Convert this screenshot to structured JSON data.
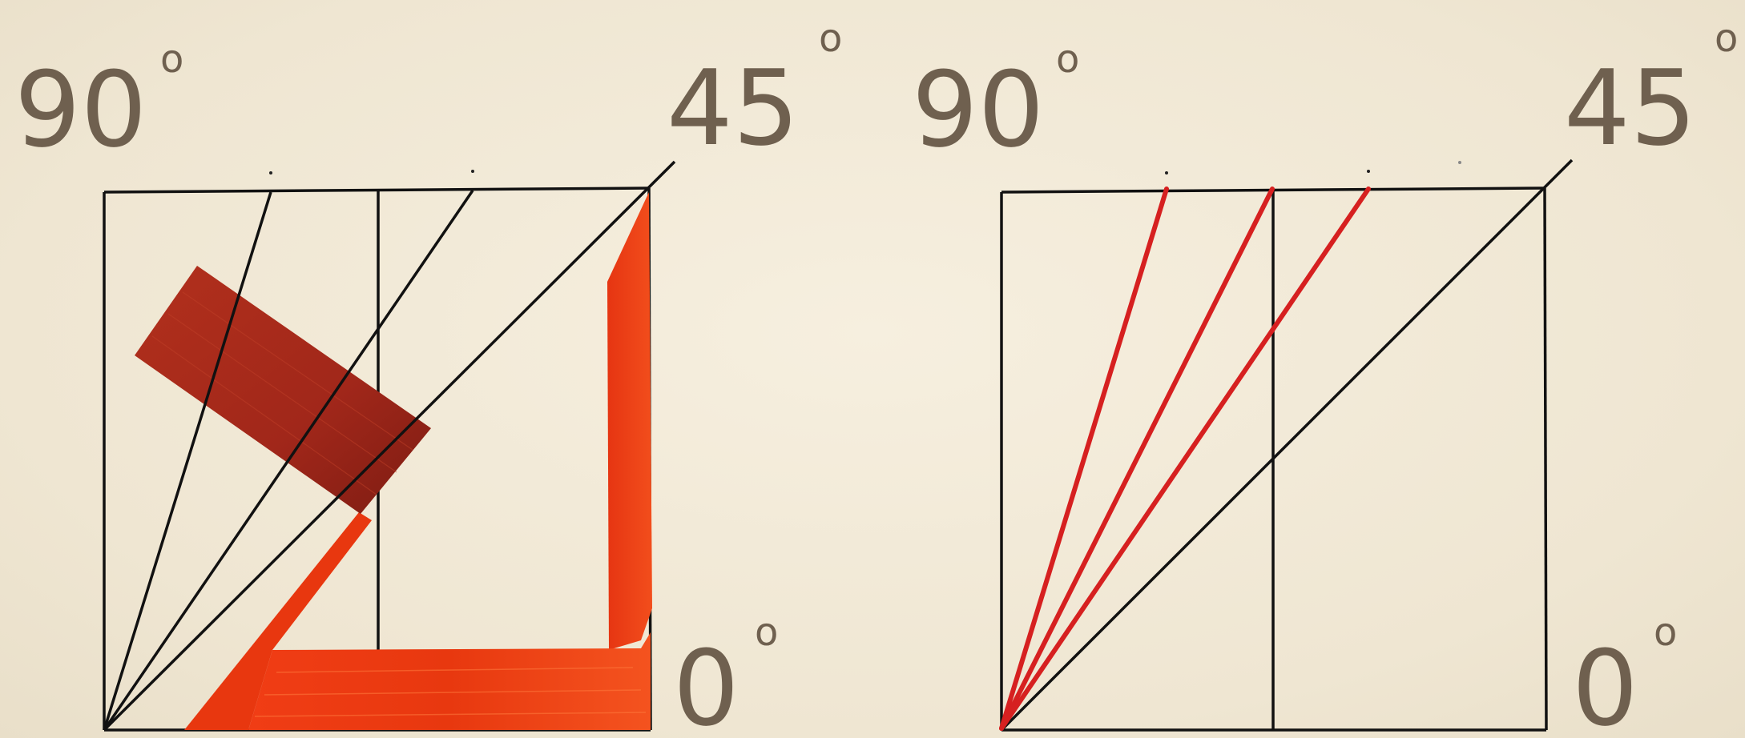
{
  "diagrams": [
    {
      "labels": {
        "top_left": "90",
        "top_right": "45",
        "bottom_right": "0",
        "degree_mark": "o"
      }
    },
    {
      "labels": {
        "top_left": "90",
        "top_right": "45",
        "bottom_right": "0",
        "degree_mark": "o"
      }
    }
  ],
  "colors": {
    "background": "#f2ead8",
    "line": "#111111",
    "label": "#6f604f",
    "red_line": "#d62020",
    "tape_dark": "#a52a18",
    "tape_bright": "#ee3a14"
  }
}
